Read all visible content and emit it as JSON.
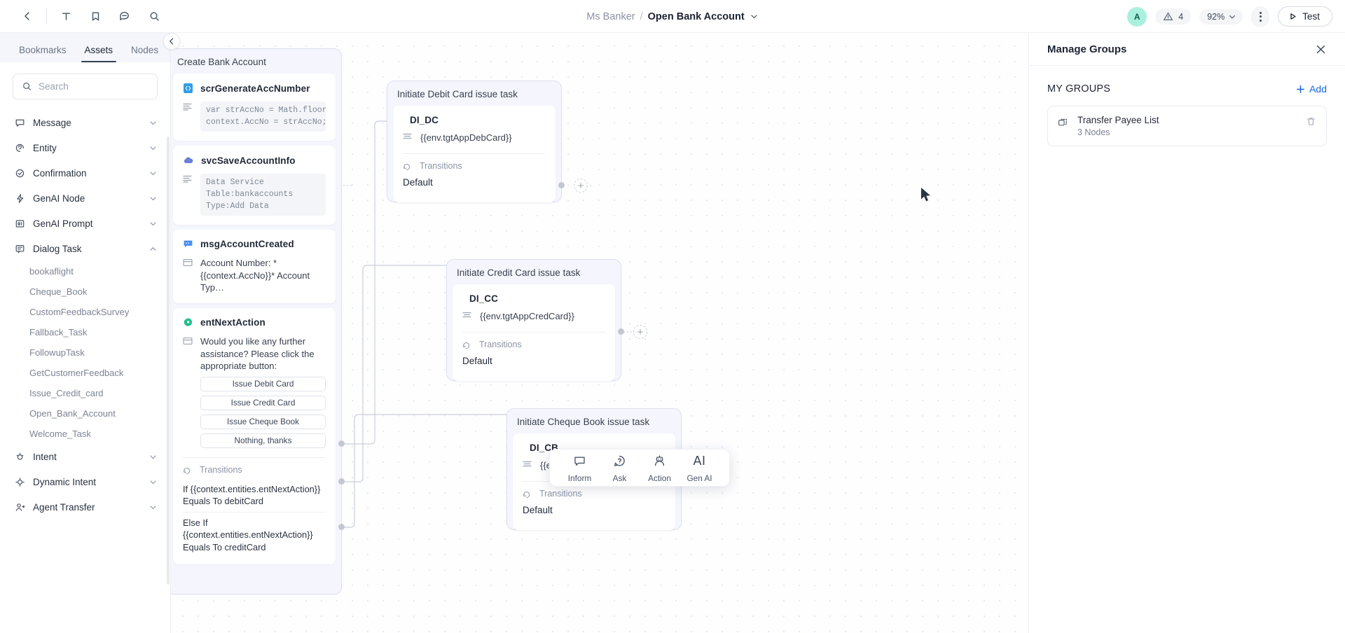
{
  "topbar": {
    "back_icon": "chevron-left-icon",
    "tools": [
      {
        "name": "text-tool-icon",
        "glyph": "T"
      },
      {
        "name": "bookmark-tool-icon",
        "glyph": "bookmark"
      },
      {
        "name": "comment-tool-icon",
        "glyph": "comment"
      },
      {
        "name": "search-tool-icon",
        "glyph": "search"
      }
    ],
    "breadcrumb_parent": "Ms Banker",
    "breadcrumb_separator": "/",
    "breadcrumb_current": "Open Bank Account",
    "avatar_initial": "A",
    "warning_count": "4",
    "zoom_level": "92%",
    "test_label": "Test"
  },
  "leftpanel": {
    "tabs": [
      {
        "label": "Bookmarks",
        "active": false
      },
      {
        "label": "Assets",
        "active": true
      },
      {
        "label": "Nodes",
        "active": false
      }
    ],
    "search_placeholder": "Search",
    "search_value": "",
    "groups": [
      {
        "label": "Message",
        "icon": "message-icon",
        "expanded": false
      },
      {
        "label": "Entity",
        "icon": "entity-icon",
        "expanded": false
      },
      {
        "label": "Confirmation",
        "icon": "confirmation-icon",
        "expanded": false
      },
      {
        "label": "GenAI Node",
        "icon": "genai-node-icon",
        "expanded": false
      },
      {
        "label": "GenAI Prompt",
        "icon": "genai-prompt-icon",
        "expanded": false
      },
      {
        "label": "Dialog Task",
        "icon": "dialog-task-icon",
        "expanded": true
      },
      {
        "label": "Intent",
        "icon": "intent-icon",
        "expanded": false
      },
      {
        "label": "Dynamic Intent",
        "icon": "dynamic-intent-icon",
        "expanded": false
      },
      {
        "label": "Agent Transfer",
        "icon": "agent-transfer-icon",
        "expanded": false
      }
    ],
    "dialog_tasks": [
      "bookaflight",
      "Cheque_Book",
      "CustomFeedbackSurvey",
      "Fallback_Task",
      "FollowupTask",
      "GetCustomerFeedback",
      "Issue_Credit_card",
      "Open_Bank_Account",
      "Welcome_Task"
    ]
  },
  "canvas": {
    "create_bank_account": {
      "group_title": "Create Bank Account",
      "nodes": [
        {
          "title": "scrGenerateAccNumber",
          "icon": "script-node-icon",
          "icon_color": "#2f9ce8",
          "code": "var strAccNo = Math.floor(Math.…\ncontext.AccNo = strAccNo;"
        },
        {
          "title": "svcSaveAccountInfo",
          "icon": "service-node-icon",
          "icon_color": "#6a7fd6",
          "code": "Data Service\nTable:bankaccounts\nType:Add Data"
        },
        {
          "title": "msgAccountCreated",
          "icon": "message-node-icon",
          "icon_color": "#4a8ef0",
          "body": "Account Number: *{{context.AccNo}}* Account Typ…"
        },
        {
          "title": "entNextAction",
          "icon": "entity-node-icon",
          "icon_color": "#1fc08a",
          "body": "Would you like any further assistance? Please click the appropriate button:",
          "options": [
            "Issue Debit Card",
            "Issue Credit Card",
            "Issue Cheque Book",
            "Nothing, thanks"
          ],
          "transitions_label": "Transitions",
          "transitions": [
            "If {{context.entities.entNextAction}} Equals To debitCard",
            "Else If {{context.entities.entNextAction}} Equals To creditCard"
          ]
        }
      ]
    },
    "flow_groups": [
      {
        "group_title": "Initiate Debit Card issue task",
        "node_title": "DI_DC",
        "value": "{{env.tgtAppDebCard}}",
        "transitions_label": "Transitions",
        "default_label": "Default"
      },
      {
        "group_title": "Initiate Credit Card issue task",
        "node_title": "DI_CC",
        "value": "{{env.tgtAppCredCard}}",
        "transitions_label": "Transitions",
        "default_label": "Default"
      },
      {
        "group_title": "Initiate Cheque Book issue task",
        "node_title": "DI_CB",
        "value": "{{env.tgtAppCheqBook}}",
        "transitions_label": "Transitions",
        "default_label": "Default"
      }
    ],
    "palette": [
      {
        "label": "Inform",
        "icon": "inform-bubble-icon"
      },
      {
        "label": "Ask",
        "icon": "ask-question-icon"
      },
      {
        "label": "Action",
        "icon": "action-robot-icon"
      },
      {
        "label": "Gen AI",
        "icon": "gen-ai-icon"
      }
    ]
  },
  "rightpanel": {
    "title": "Manage Groups",
    "close_icon": "close-icon",
    "section_title": "MY GROUPS",
    "add_label": "Add",
    "groups": [
      {
        "name": "Transfer Payee List",
        "nodes": "3 Nodes"
      }
    ]
  },
  "colors": {
    "accent_blue": "#1766e0",
    "group_bg": "#f5f6fd",
    "group_border": "#dcdff0"
  }
}
